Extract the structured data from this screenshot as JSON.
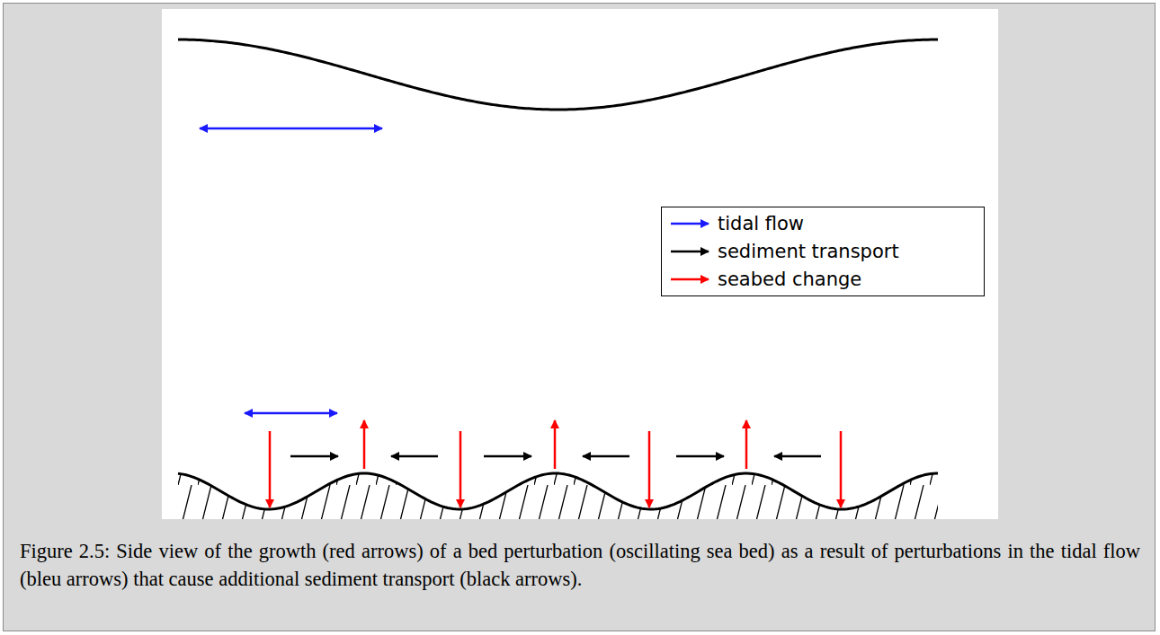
{
  "diagram": {
    "caption": "Figure 2.5: Side view of the growth (red arrows) of a bed perturbation (oscillating sea bed) as a result of perturbations in the tidal flow (bleu arrows) that cause additional sediment transport (black arrows).",
    "legend": [
      {
        "text": "tidal flow"
      },
      {
        "text": "sediment transport"
      },
      {
        "text": "seabed change"
      }
    ]
  }
}
